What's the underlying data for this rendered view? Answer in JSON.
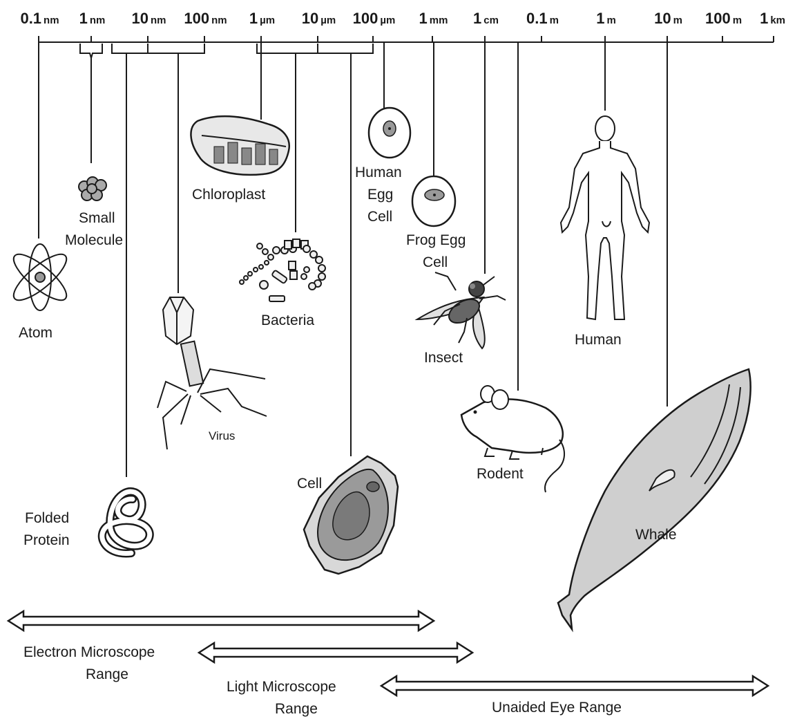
{
  "scale": {
    "ticks": [
      {
        "num": "0.1",
        "unit": "nm"
      },
      {
        "num": "1",
        "unit": "nm"
      },
      {
        "num": "10",
        "unit": "nm"
      },
      {
        "num": "100",
        "unit": "nm"
      },
      {
        "num": "1",
        "unit": "µm"
      },
      {
        "num": "10",
        "unit": "µm"
      },
      {
        "num": "100",
        "unit": "µm"
      },
      {
        "num": "1",
        "unit": "mm"
      },
      {
        "num": "1",
        "unit": "cm"
      },
      {
        "num": "0.1",
        "unit": "m"
      },
      {
        "num": "1",
        "unit": "m"
      },
      {
        "num": "10",
        "unit": "m"
      },
      {
        "num": "100",
        "unit": "m"
      },
      {
        "num": "1",
        "unit": "km"
      }
    ]
  },
  "objects": {
    "atom": "Atom",
    "small_molecule": [
      "Small",
      "Molecule"
    ],
    "folded_protein": [
      "Folded",
      "Protein"
    ],
    "virus": "Virus",
    "chloroplast": "Chloroplast",
    "bacteria": "Bacteria",
    "cell": "Cell",
    "human_egg": [
      "Human",
      "Egg",
      "Cell"
    ],
    "frog_egg": [
      "Frog Egg",
      "Cell"
    ],
    "insect": "Insect",
    "rodent": "Rodent",
    "human": "Human",
    "whale": "Whale"
  },
  "ranges": {
    "electron": [
      "Electron Microscope",
      "Range"
    ],
    "light": [
      "Light Microscope",
      "Range"
    ],
    "unaided": "Unaided Eye Range"
  }
}
